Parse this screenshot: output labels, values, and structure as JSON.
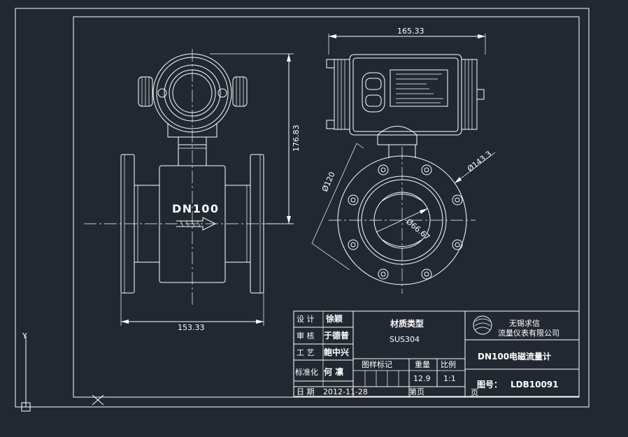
{
  "canvas": {
    "background": "#222832",
    "line_color": "#ffffff"
  },
  "dimensions": {
    "top_width": "165.33",
    "height": "176.83",
    "bottom_width": "153.33",
    "flange_dia": "Ø143.3",
    "bolt_dia": "Ø120",
    "bore_dia": "Ø66.67"
  },
  "body_label": "DN100",
  "title_block": {
    "roles": {
      "design": {
        "label": "设 计",
        "name": "徐颖"
      },
      "review": {
        "label": "审 核",
        "name": "于德普"
      },
      "process": {
        "label": "工 艺",
        "name": "鲍中兴"
      },
      "standard": {
        "label": "标准化",
        "name": "何 凛"
      },
      "date": {
        "label": "日 期",
        "value": "2012-11-28"
      }
    },
    "material_label": "材质类型",
    "material_value": "SUS304",
    "pattern_mark_label": "图样标记",
    "weight_label": "重量",
    "ratio_label": "比例",
    "weight_value": "12.9",
    "ratio_value": "1:1",
    "sheet_label": "第页",
    "sheet_label2": "页",
    "company": {
      "name_big": "无锡求信",
      "name_small": "流量仪表有限公司"
    },
    "product_name": "DN100电磁流量计",
    "drawing_no_label": "图号：",
    "drawing_no": "LDB10091"
  },
  "ucs": {
    "y_label": "Y"
  }
}
